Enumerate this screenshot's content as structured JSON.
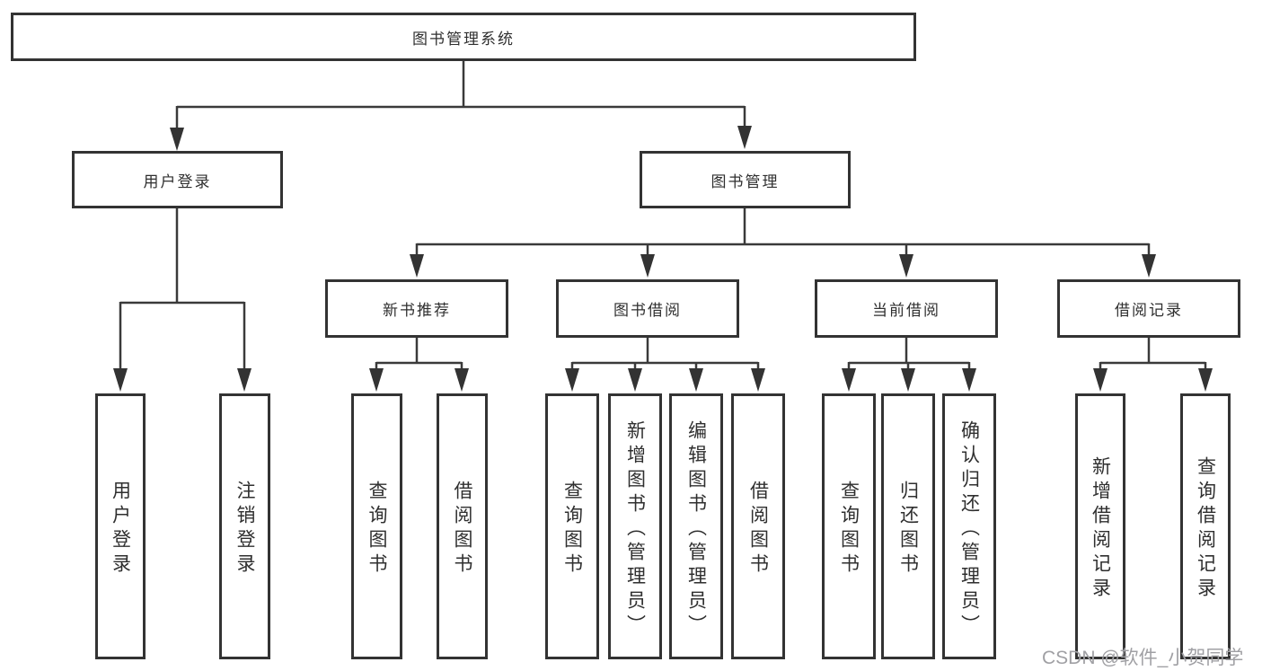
{
  "diagram_title": "图书管理系统",
  "watermark": {
    "text": "CSDN @软件_小贺同学"
  },
  "colors": {
    "background": "#ffffff",
    "box_border": "#333333",
    "connector_line": "#3a3a3a",
    "text": "#2f2f2f",
    "watermark_text": "#a0a0a4"
  },
  "tree": {
    "label": "图书管理系统",
    "children": [
      {
        "label": "用户登录",
        "children": [
          {
            "label": "用户登录"
          },
          {
            "label": "注销登录"
          }
        ]
      },
      {
        "label": "图书管理",
        "children": [
          {
            "label": "新书推荐",
            "children": [
              {
                "label": "查询图书"
              },
              {
                "label": "借阅图书"
              }
            ]
          },
          {
            "label": "图书借阅",
            "children": [
              {
                "label": "查询图书"
              },
              {
                "label": "新增图书（管理员）"
              },
              {
                "label": "编辑图书（管理员）"
              },
              {
                "label": "借阅图书"
              }
            ]
          },
          {
            "label": "当前借阅",
            "children": [
              {
                "label": "查询图书"
              },
              {
                "label": "归还图书"
              },
              {
                "label": "确认归还（管理员）"
              }
            ]
          },
          {
            "label": "借阅记录",
            "children": [
              {
                "label": "新增借阅记录"
              },
              {
                "label": "查询借阅记录"
              }
            ]
          }
        ]
      }
    ]
  }
}
